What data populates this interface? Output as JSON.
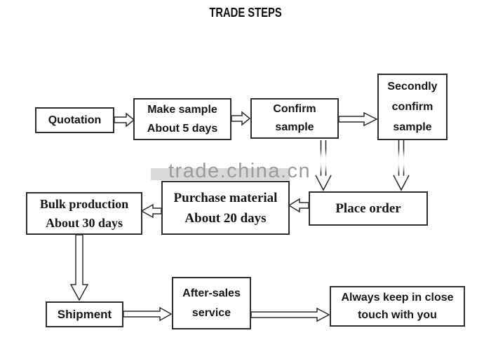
{
  "title": "TRADE STEPS",
  "watermark": "trade.china.cn",
  "colors": {
    "line": "#2d2d2d",
    "text": "#161616",
    "watermark_text": "#9c9c9c",
    "watermark_band": "#d9d9d9",
    "background": "#ffffff"
  },
  "nodes": {
    "quotation": {
      "line1": "Quotation"
    },
    "make_sample": {
      "line1": "Make sample",
      "line2": "About  5 days"
    },
    "confirm_sample": {
      "line1": "Confirm",
      "line2": "sample"
    },
    "secondly_confirm": {
      "line1": "Secondly",
      "line2": "confirm",
      "line3": "sample"
    },
    "place_order": {
      "line1": "Place order"
    },
    "purchase_material": {
      "line1": "Purchase material",
      "line2": "About 20 days"
    },
    "bulk_production": {
      "line1": "Bulk production",
      "line2": "About 30 days"
    },
    "shipment": {
      "line1": "Shipment"
    },
    "after_sales": {
      "line1": "After-sales",
      "line2": "service"
    },
    "keep_in_touch": {
      "line1": "Always keep in close",
      "line2": "touch with you"
    }
  }
}
